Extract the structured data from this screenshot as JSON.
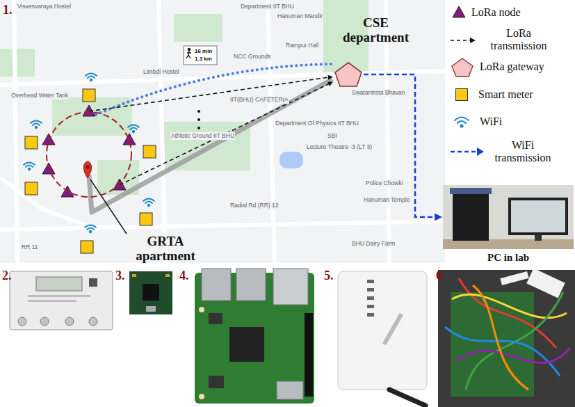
{
  "diagram": {
    "nodes": [
      {
        "text": [
          "CSE department"
        ]
      },
      {
        "text": [
          "GRTA apartment"
        ]
      },
      {
        "text": [
          "PC in lab"
        ]
      }
    ],
    "edges": [
      {
        "from": 1,
        "to": 0,
        "arrow": "to"
      },
      {
        "from": 1,
        "to": 0,
        "arrow": "to"
      },
      {
        "from": 0,
        "to": 2,
        "arrow": "to"
      }
    ],
    "labels": [
      "1.",
      "2.",
      "3.",
      "4.",
      "5.",
      "6.",
      "16 min",
      "1.3 km",
      "Visvesvaraya Hostel",
      "Limbdi Hostel",
      "Overhead Water Tank",
      "NCC Grounds",
      "Rampur Hall",
      "Department IIT BHU",
      "Hanuman Mandir",
      "Swatantrata Bhavan",
      "IIT(BHU) CAFETERIA",
      "Department Of Physics IIT BHU",
      "SBI",
      "Lecture Theatre -3 (LT 3)",
      "Athletic Ground IIT BHU",
      "Police Chowki",
      "Hanuman Temple",
      "BHU Dairy Farm",
      "Radial Rd (RR) 12",
      "RR 11"
    ],
    "legend": [
      {
        "text": "LoRa node"
      },
      {
        "text": "LoRa transmission"
      },
      {
        "text": "LoRa gateway"
      },
      {
        "text": "Smart meter",
        "color": "#fcc812"
      },
      {
        "text": "WiFi"
      },
      {
        "text": "WiFi transmission"
      }
    ]
  }
}
